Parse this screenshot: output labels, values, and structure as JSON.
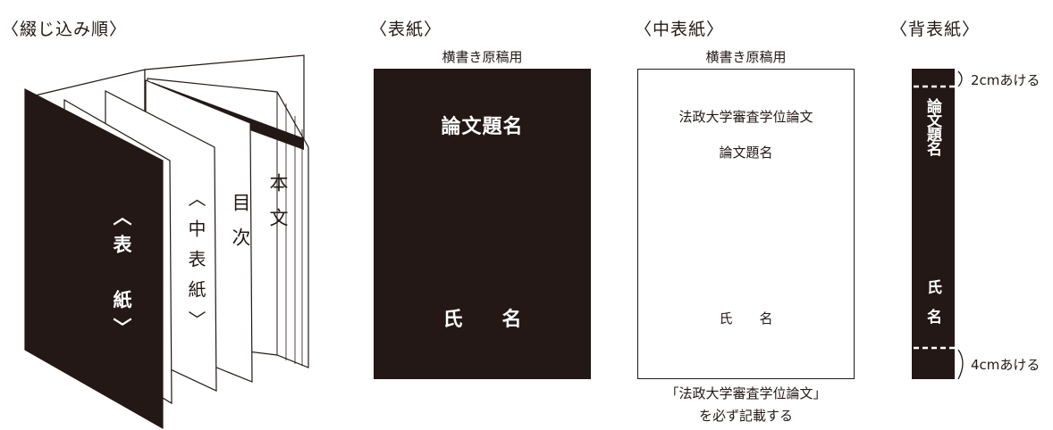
{
  "binding_order": {
    "heading": "〈綴じ込み順〉",
    "cover_label": "︿表　紙﹀",
    "inner_cover_label": "︿中表紙﹀",
    "toc_label": "目次",
    "body_label": "本文"
  },
  "cover": {
    "heading": "〈表紙〉",
    "subtitle": "横書き原稿用",
    "title": "論文題名",
    "author": "氏　　名"
  },
  "inner_cover": {
    "heading": "〈中表紙〉",
    "subtitle": "横書き原稿用",
    "university_line": "法政大学審査学位論文",
    "title": "論文題名",
    "author": "氏　　名",
    "note_line1": "「法政大学審査学位論文」",
    "note_line2": "を必ず記載する"
  },
  "spine": {
    "heading": "〈背表紙〉",
    "title": "論文題名",
    "author": "氏名",
    "top_note": "2cmあける",
    "bottom_note": "4cmあける"
  },
  "colors": {
    "ink": "#231815",
    "paper": "#ffffff",
    "panel": "#231815"
  }
}
